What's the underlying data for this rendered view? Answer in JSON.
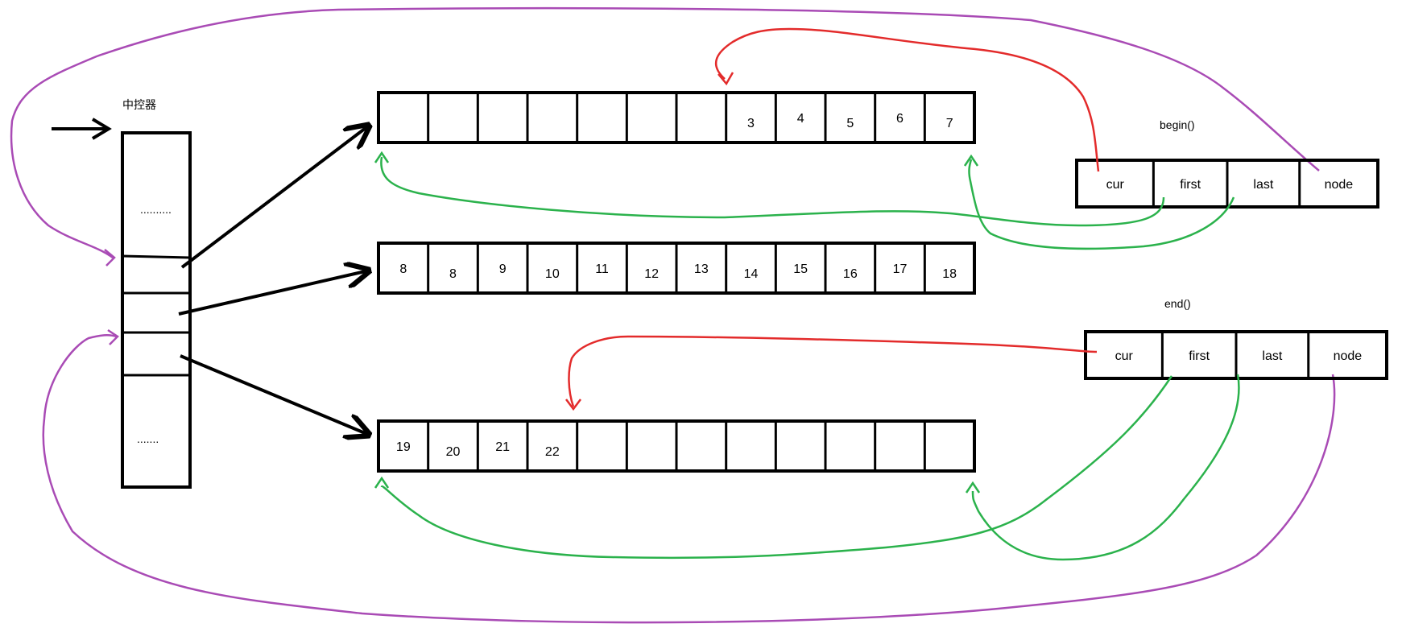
{
  "map_label": "中控器",
  "map_dots_top": "..........",
  "map_dots_bottom": ".......",
  "buffers": [
    [
      "",
      "",
      "",
      "",
      "",
      "",
      "",
      "3",
      "4",
      "5",
      "6",
      "7"
    ],
    [
      "8",
      "8",
      "9",
      "10",
      "11",
      "12",
      "13",
      "14",
      "15",
      "16",
      "17",
      "18"
    ],
    [
      "19",
      "20",
      "21",
      "22",
      "",
      "",
      "",
      "",
      "",
      "",
      "",
      ""
    ]
  ],
  "iterators": {
    "begin": {
      "title": "begin()",
      "fields": [
        "cur",
        "first",
        "last",
        "node"
      ]
    },
    "end": {
      "title": "end()",
      "fields": [
        "cur",
        "first",
        "last",
        "node"
      ]
    }
  },
  "colors": {
    "cur": "#e32b2b",
    "range": "#2bb24c",
    "node": "#a94bb5",
    "structure": "#000000"
  }
}
